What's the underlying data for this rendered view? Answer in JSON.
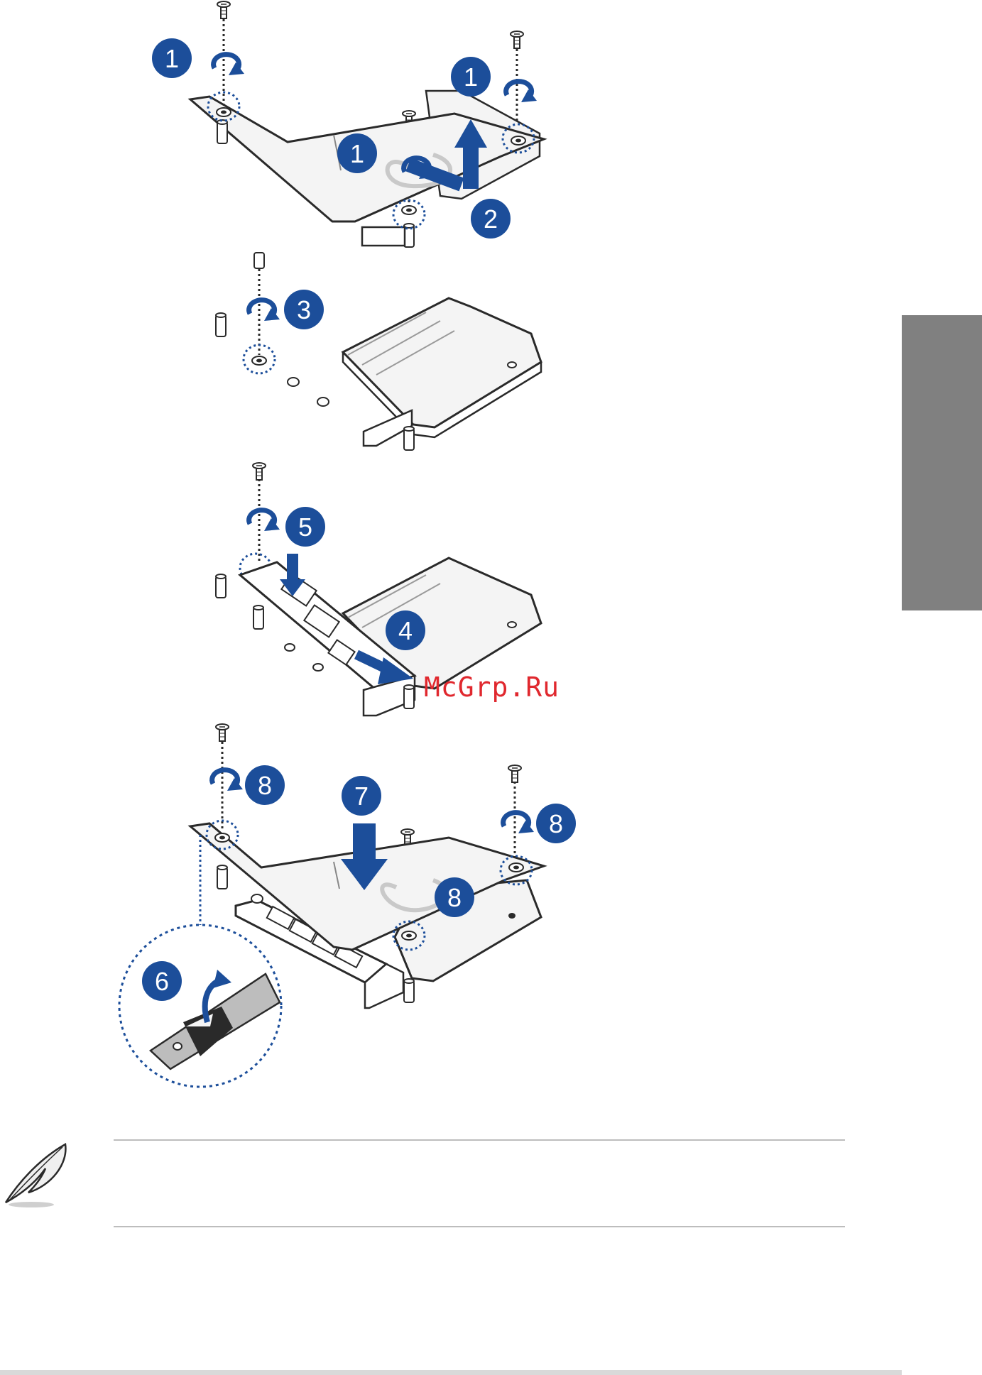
{
  "steps": {
    "panel1": [
      "1",
      "1",
      "1",
      "2"
    ],
    "panel2": [
      "3"
    ],
    "panel3": [
      "5",
      "4"
    ],
    "panel4": [
      "8",
      "7",
      "8",
      "8",
      "6"
    ]
  },
  "watermark": "McGrp.Ru",
  "colors": {
    "accent_blue": "#1c4e9a",
    "side_tab": "#808080",
    "rule": "#bdbdbd",
    "outline": "#2a2a2a",
    "plate_fill": "#f4f4f4",
    "watermark": "#e0282e"
  },
  "note_icon": "feather-quill-icon"
}
